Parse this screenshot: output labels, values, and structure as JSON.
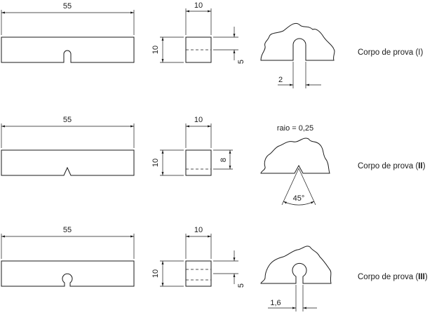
{
  "rows": [
    {
      "length": "55",
      "width": "10",
      "height": "10",
      "depth": "5",
      "notch_dim": "2",
      "title_prefix": "Corpo de prova (",
      "title_numeral": "I",
      "title_suffix": ")"
    },
    {
      "length": "55",
      "width": "10",
      "height": "10",
      "depth": "8",
      "radius_note": "raio = 0,25",
      "angle": "45°",
      "title_prefix": "Corpo de prova (",
      "title_numeral": "II",
      "title_suffix": ")"
    },
    {
      "length": "55",
      "width": "10",
      "height": "10",
      "depth": "5",
      "notch_dim": "1,6",
      "title_prefix": "Corpo de prova (",
      "title_numeral": "III",
      "title_suffix": ")"
    }
  ]
}
